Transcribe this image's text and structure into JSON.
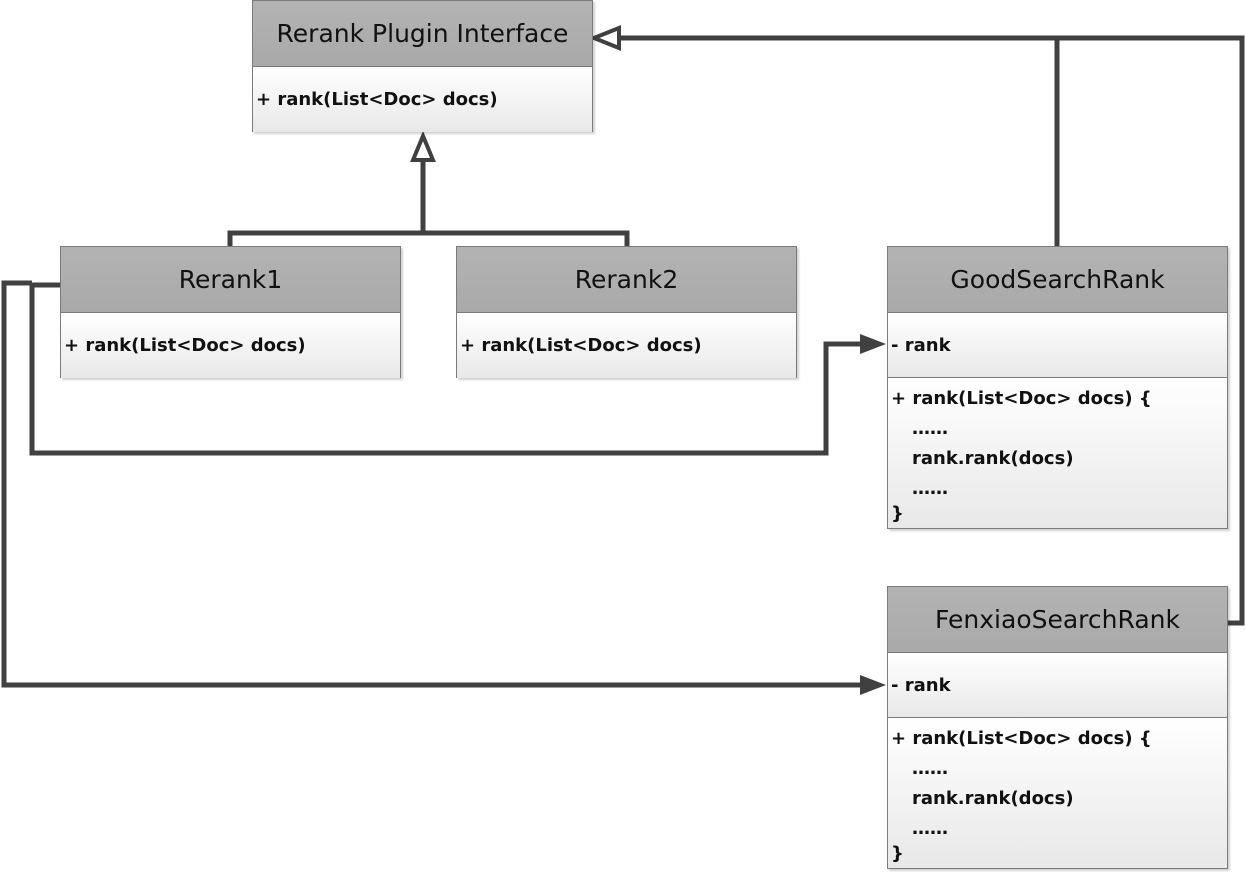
{
  "classes": {
    "interface": {
      "name": "Rerank Plugin Interface",
      "method": "+ rank(List<Doc> docs)"
    },
    "rerank1": {
      "name": "Rerank1",
      "method": "+ rank(List<Doc> docs)"
    },
    "rerank2": {
      "name": "Rerank2",
      "method": "+ rank(List<Doc> docs)"
    },
    "good_search_rank": {
      "name": "GoodSearchRank",
      "field": "- rank",
      "method_signature": "+ rank(List<Doc> docs) {",
      "body": [
        "……",
        "rank.rank(docs)",
        "……"
      ],
      "closing": "}"
    },
    "fenxiao_search_rank": {
      "name": "FenxiaoSearchRank",
      "field": "- rank",
      "method_signature": "+ rank(List<Doc> docs) {",
      "body": [
        "……",
        "rank.rank(docs)",
        "……"
      ],
      "closing": "}"
    }
  },
  "relationships": [
    {
      "from": "Rerank1",
      "to": "Rerank Plugin Interface",
      "type": "realization"
    },
    {
      "from": "Rerank2",
      "to": "Rerank Plugin Interface",
      "type": "realization"
    },
    {
      "from": "GoodSearchRank",
      "to": "Rerank Plugin Interface",
      "type": "realization"
    },
    {
      "from": "FenxiaoSearchRank",
      "to": "Rerank Plugin Interface",
      "type": "realization"
    },
    {
      "from": "Rerank1",
      "to": "GoodSearchRank",
      "type": "association"
    },
    {
      "from": "Rerank1",
      "to": "FenxiaoSearchRank",
      "type": "association"
    }
  ],
  "colors": {
    "connector": "#404040",
    "header_fill": "#b0b0b0",
    "border": "#7a7a7a"
  }
}
